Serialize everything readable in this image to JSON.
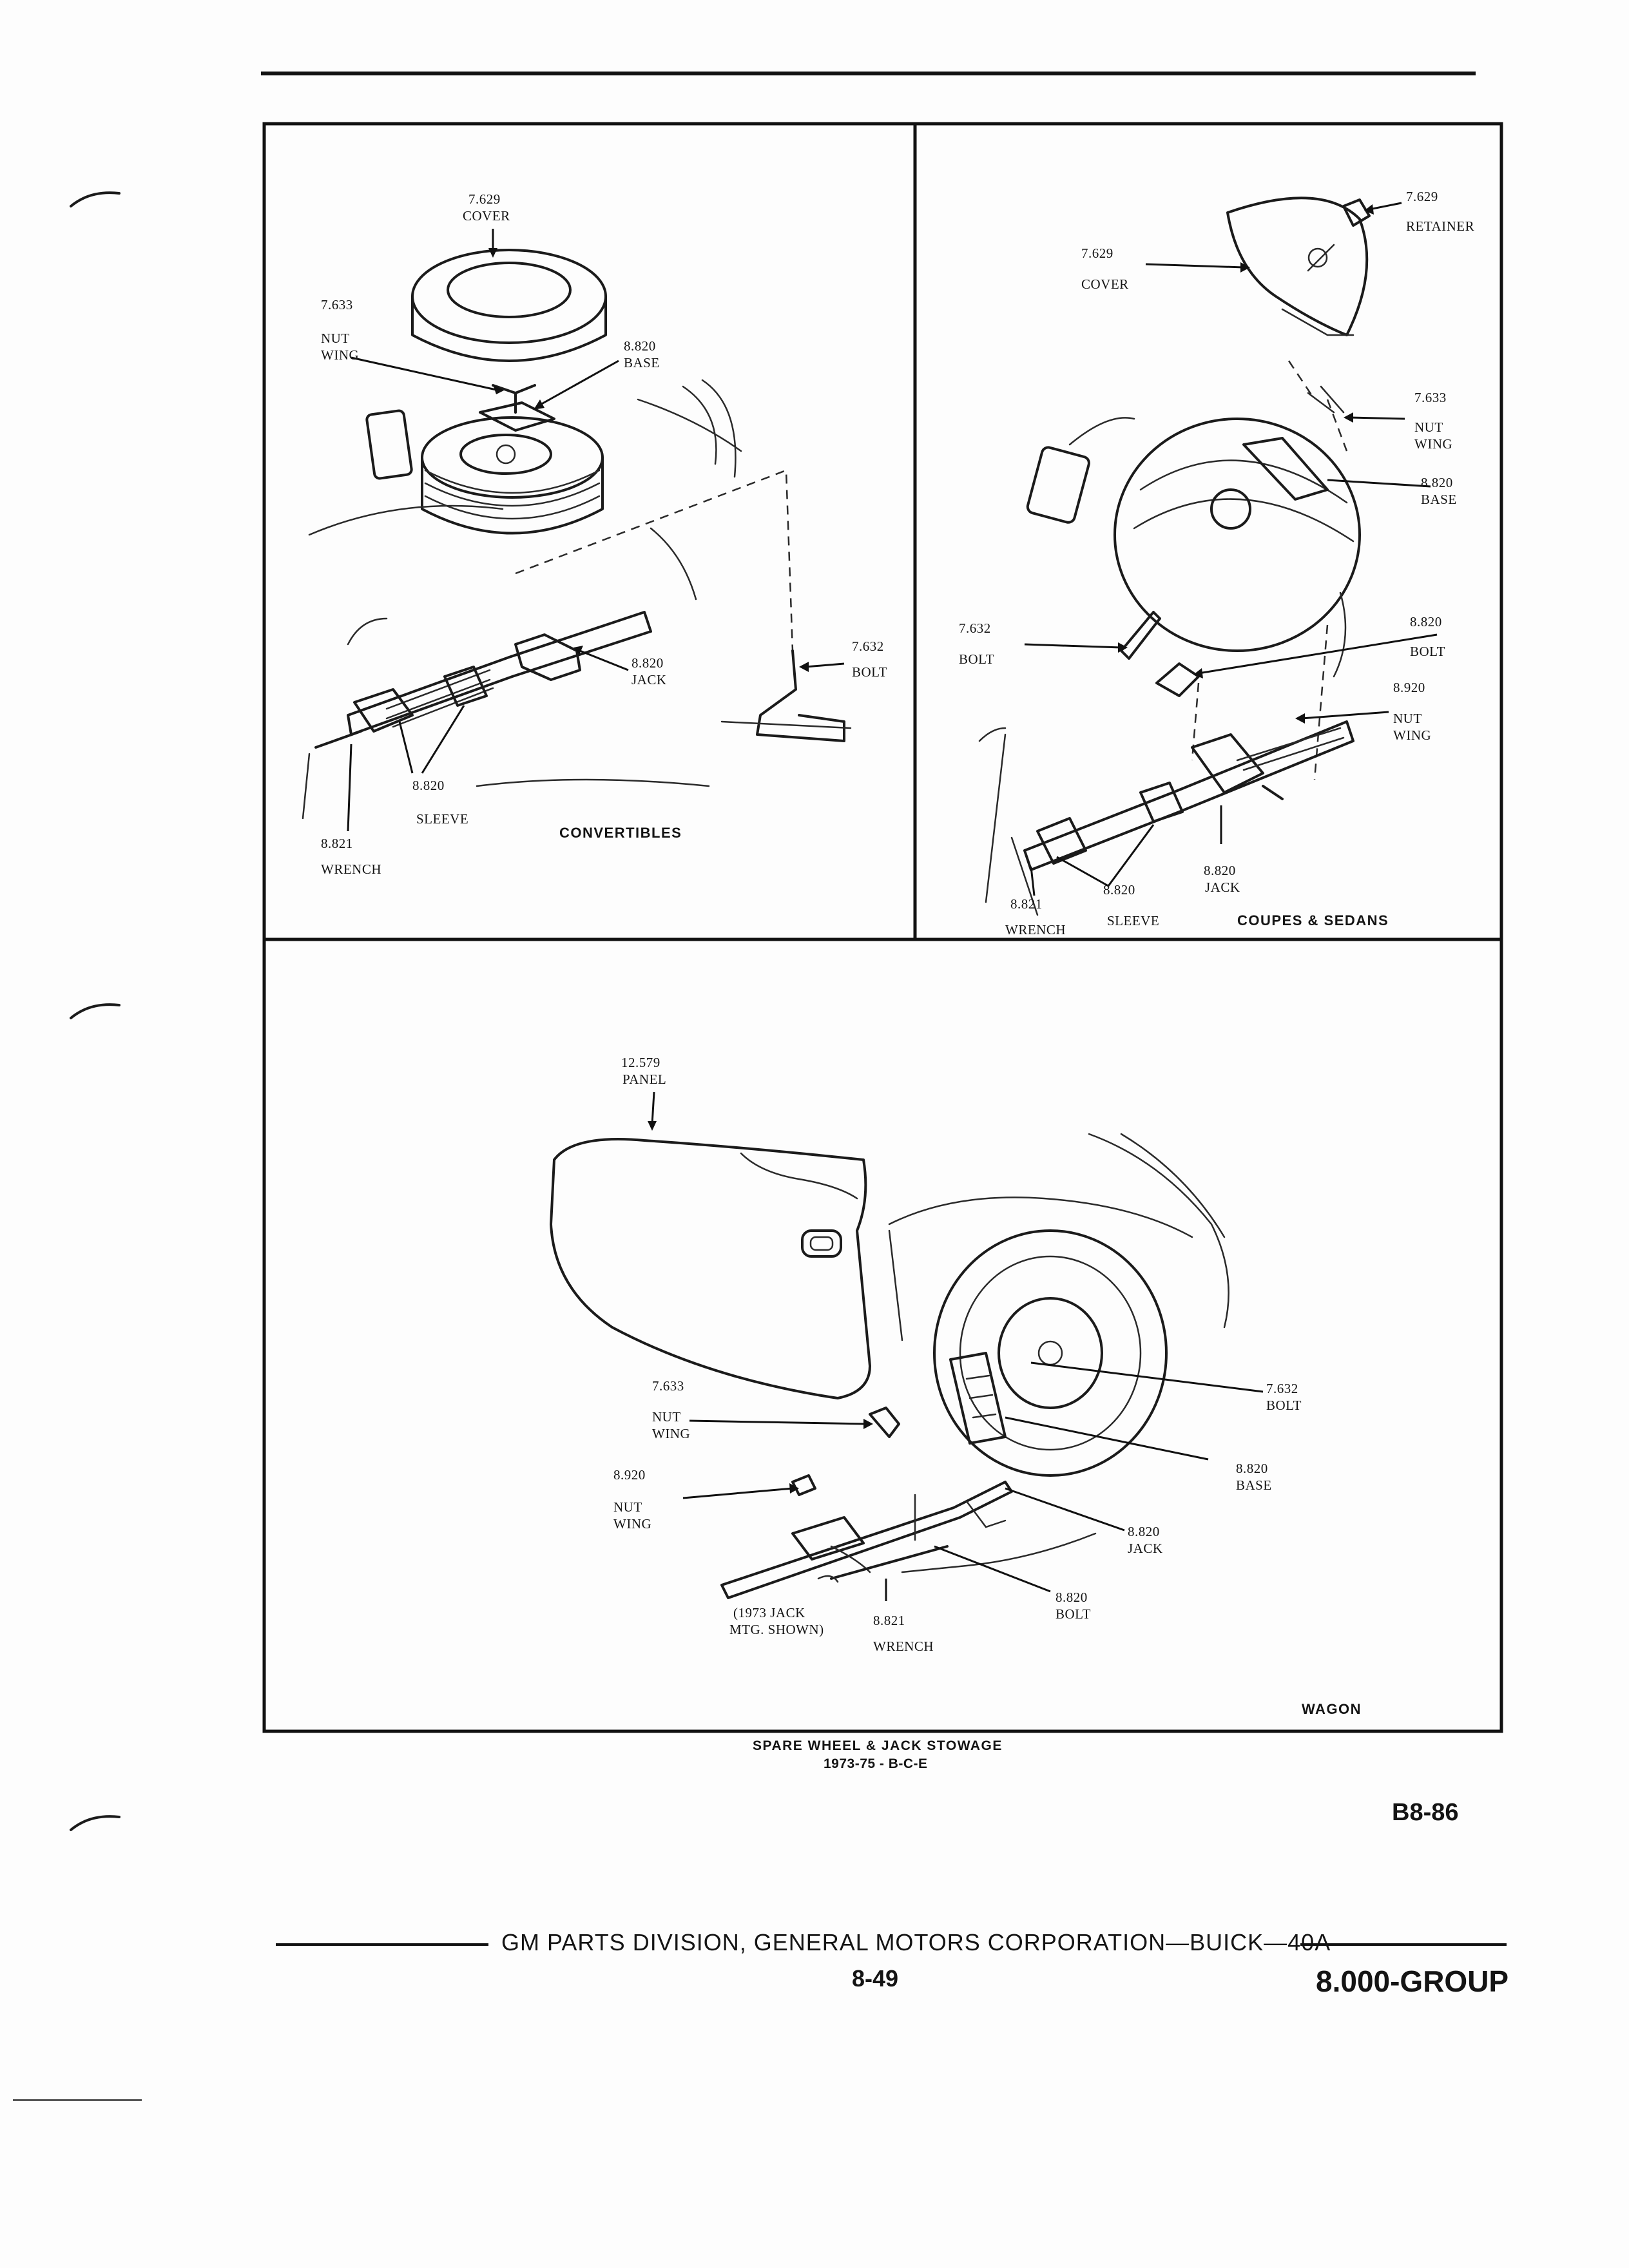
{
  "top_left_panel": {
    "cover": {
      "num": "7.629",
      "name": "COVER"
    },
    "nut_wing": {
      "num": "7.633",
      "line1": "NUT",
      "line2": "WING"
    },
    "base": {
      "num": "8.820",
      "name": "BASE"
    },
    "bolt": {
      "num": "7.632",
      "name": "BOLT"
    },
    "jack": {
      "num": "8.820",
      "name": "JACK"
    },
    "sleeve": {
      "num": "8.820",
      "name": "SLEEVE"
    },
    "wrench": {
      "num": "8.821",
      "name": "WRENCH"
    },
    "caption": "CONVERTIBLES"
  },
  "top_right_panel": {
    "retainer": {
      "num": "7.629",
      "name": "RETAINER"
    },
    "cover": {
      "num": "7.629",
      "name": "COVER"
    },
    "nut_wing": {
      "num": "7.633",
      "line1": "NUT",
      "line2": "WING"
    },
    "base": {
      "num": "8.820",
      "name": "BASE"
    },
    "bolt_left": {
      "num": "7.632",
      "name": "BOLT"
    },
    "bolt_right": {
      "num": "8.820",
      "name": "BOLT"
    },
    "nut_wing2": {
      "num": "8.920",
      "line1": "NUT",
      "line2": "WING"
    },
    "sleeve": {
      "num": "8.820",
      "name": "SLEEVE"
    },
    "jack": {
      "num": "8.820",
      "name": "JACK"
    },
    "wrench": {
      "num": "8.821",
      "name": "WRENCH"
    },
    "caption": "COUPES & SEDANS"
  },
  "bottom_panel": {
    "panel": {
      "num": "12.579",
      "name": "PANEL"
    },
    "nut_wing": {
      "num": "7.633",
      "line1": "NUT",
      "line2": "WING"
    },
    "nut_wing2": {
      "num": "8.920",
      "line1": "NUT",
      "line2": "WING"
    },
    "bolt": {
      "num": "7.632",
      "name": "BOLT"
    },
    "base": {
      "num": "8.820",
      "name": "BASE"
    },
    "jack": {
      "num": "8.820",
      "name": "JACK"
    },
    "bolt2": {
      "num": "8.820",
      "name": "BOLT"
    },
    "wrench": {
      "num": "8.821",
      "name": "WRENCH"
    },
    "note_line1": "(1973 JACK",
    "note_line2": "MTG. SHOWN)",
    "caption": "WAGON"
  },
  "figure_caption": {
    "line1": "SPARE WHEEL & JACK STOWAGE",
    "line2": "1973-75 - B-C-E"
  },
  "figure_id": "B8-86",
  "footer": {
    "publisher": "GM PARTS DIVISION, GENERAL MOTORS CORPORATION—BUICK—40A",
    "page": "8-49",
    "group": "8.000-GROUP"
  }
}
